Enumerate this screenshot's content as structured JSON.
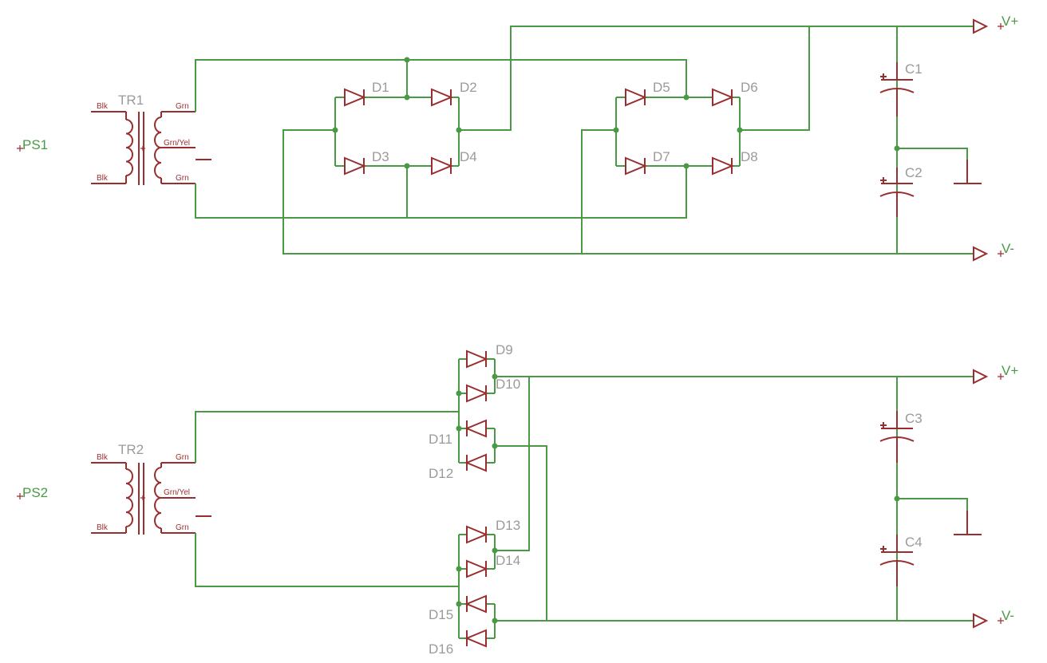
{
  "nets": {
    "vplus": "V+",
    "vminus": "V-"
  },
  "ps1": {
    "name": "PS1",
    "transformer": "TR1",
    "pins": {
      "p1": "Blk",
      "p2": "Blk",
      "s1": "Grn",
      "ct": "Grn/Yel",
      "s2": "Grn"
    },
    "diodes": [
      "D1",
      "D2",
      "D3",
      "D4",
      "D5",
      "D6",
      "D7",
      "D8"
    ],
    "caps": [
      "C1",
      "C2"
    ]
  },
  "ps2": {
    "name": "PS2",
    "transformer": "TR2",
    "pins": {
      "p1": "Blk",
      "p2": "Blk",
      "s1": "Grn",
      "ct": "Grn/Yel",
      "s2": "Grn"
    },
    "diodes": [
      "D9",
      "D10",
      "D11",
      "D12",
      "D13",
      "D14",
      "D15",
      "D16"
    ],
    "caps": [
      "C3",
      "C4"
    ]
  },
  "colors": {
    "wire": "#4a9a45",
    "symbol": "#9a2e2e",
    "label": "#9a9a9a"
  }
}
